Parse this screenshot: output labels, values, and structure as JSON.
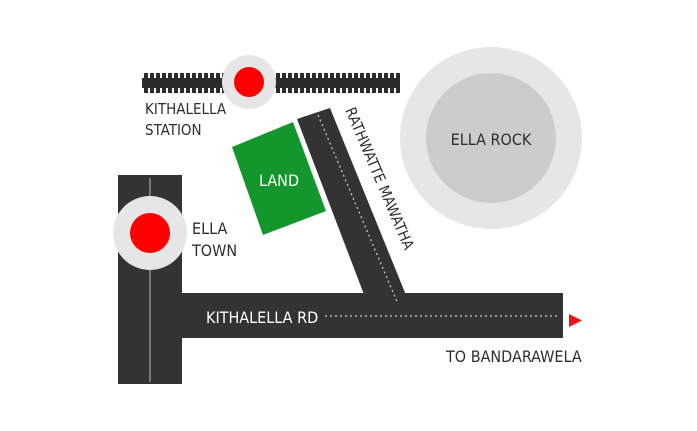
{
  "map": {
    "labels": {
      "station_line1": "KITHALELLA",
      "station_line2": "STATION",
      "rock": "ELLA ROCK",
      "land": "LAND",
      "town_line1": "ELLA",
      "town_line2": "TOWN",
      "rathwatte": "RATHWATTE MAWATHA",
      "kithalella_rd": "KITHALELLA RD",
      "to_bandarawela": "TO BANDARAWELA"
    },
    "colors": {
      "road": "#333333",
      "rail": "#2b2b2b",
      "land": "#13962b",
      "marker": "#ff0000",
      "halo": "#e6e6e6",
      "rock_inner": "#cccccc",
      "arrow": "#e81818"
    }
  }
}
